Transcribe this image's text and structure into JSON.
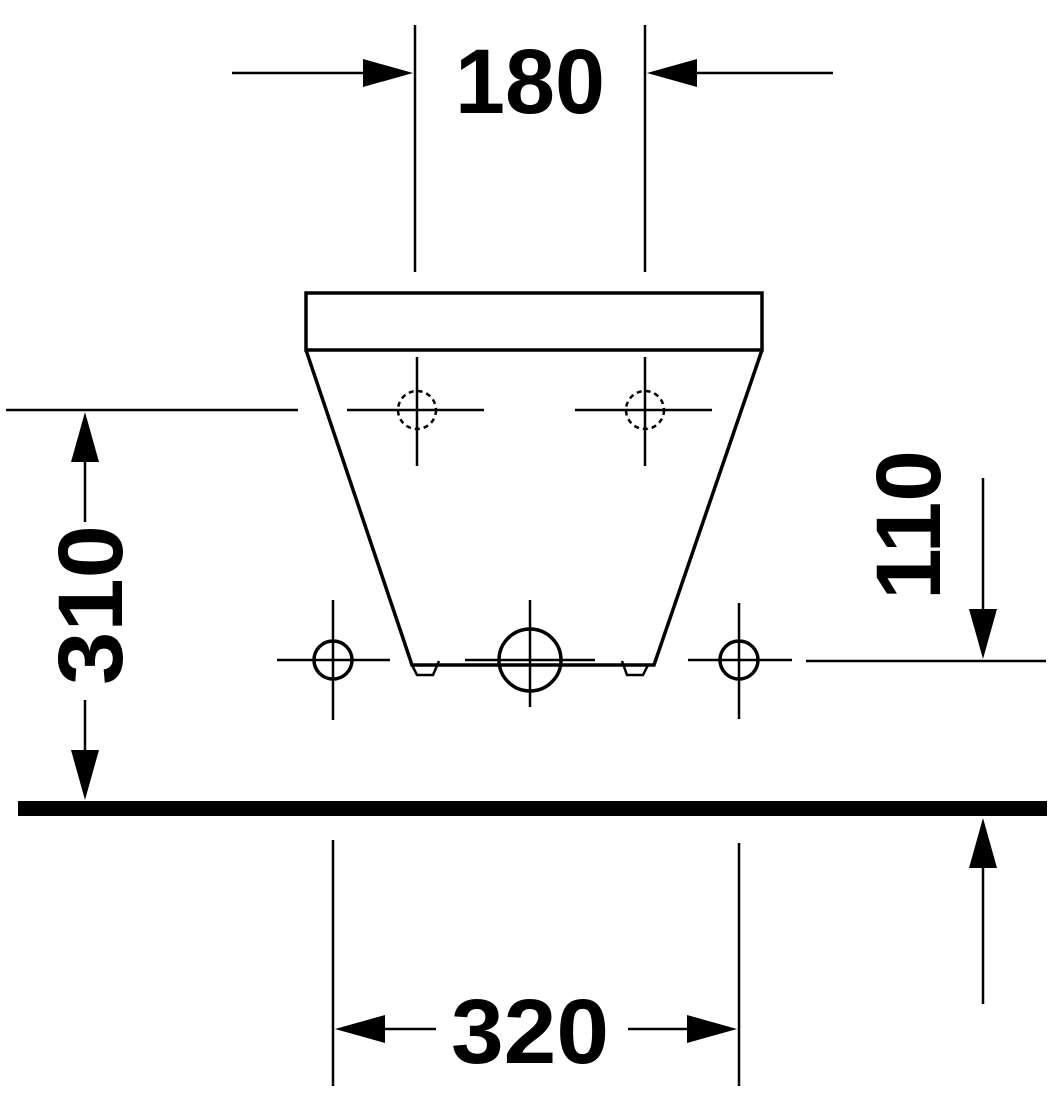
{
  "dimensions": {
    "top_width": "180",
    "left_height": "310",
    "right_height": "110",
    "bottom_width": "320"
  },
  "colors": {
    "line": "#000000",
    "background": "#ffffff"
  }
}
